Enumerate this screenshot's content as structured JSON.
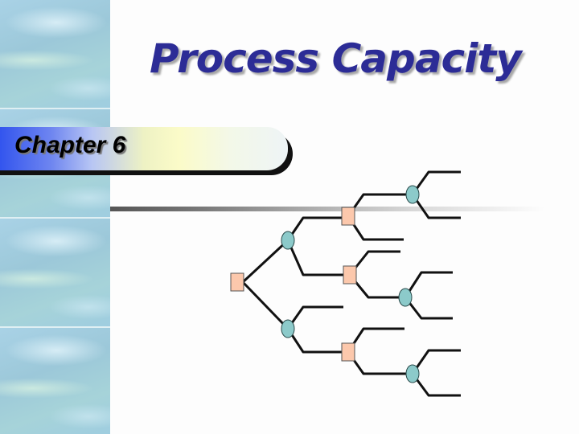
{
  "slide": {
    "title": "Process Capacity",
    "subtitle": "Chapter 6"
  },
  "colors": {
    "title": "#2c2c96",
    "decision_node_fill": "#fcc8ac",
    "chance_node_fill": "#8ccaca",
    "line": "#111111"
  },
  "diagram": {
    "type": "decision-tree",
    "decision_nodes": 4,
    "chance_nodes": 5
  }
}
